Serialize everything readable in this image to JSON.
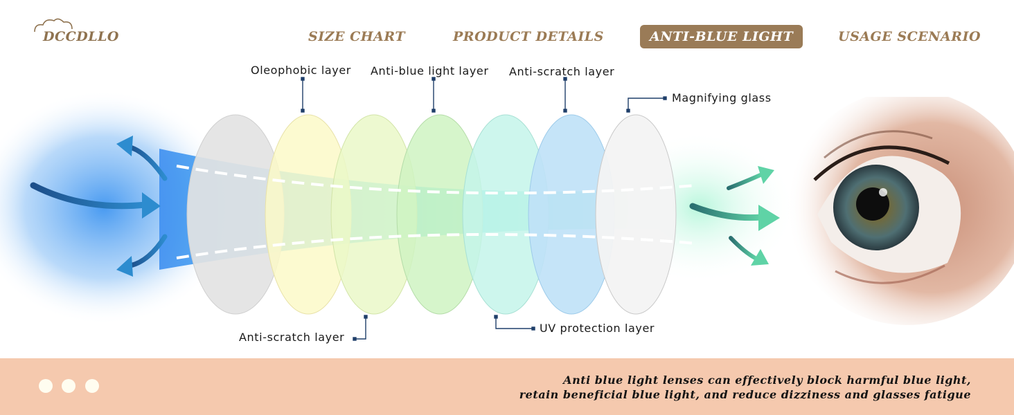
{
  "brand": {
    "name": "DCCDLLO"
  },
  "nav": {
    "items": [
      {
        "label": "SIZE CHART",
        "active": false
      },
      {
        "label": "PRODUCT DETAILS",
        "active": false
      },
      {
        "label": "ANTI-BLUE LIGHT",
        "active": true
      },
      {
        "label": "USAGE SCENARIO",
        "active": false
      }
    ]
  },
  "diagram": {
    "labels": {
      "oleophobic": "Oleophobic layer",
      "anti_blue": "Anti-blue light layer",
      "anti_scratch_top": "Anti-scratch layer",
      "magnifying": "Magnifying glass",
      "anti_scratch_bottom": "Anti-scratch layer",
      "uv": "UV protection layer"
    }
  },
  "footer": {
    "line1": "Anti blue light lenses can effectively block harmful blue light,",
    "line2": "retain beneficial blue light, and reduce dizziness and glasses fatigue"
  },
  "colors": {
    "accent": "#9a7b57",
    "footer_bg": "#f5c9ae",
    "blue_light": "#4a9ff0",
    "green_light": "#5fd3a6"
  }
}
